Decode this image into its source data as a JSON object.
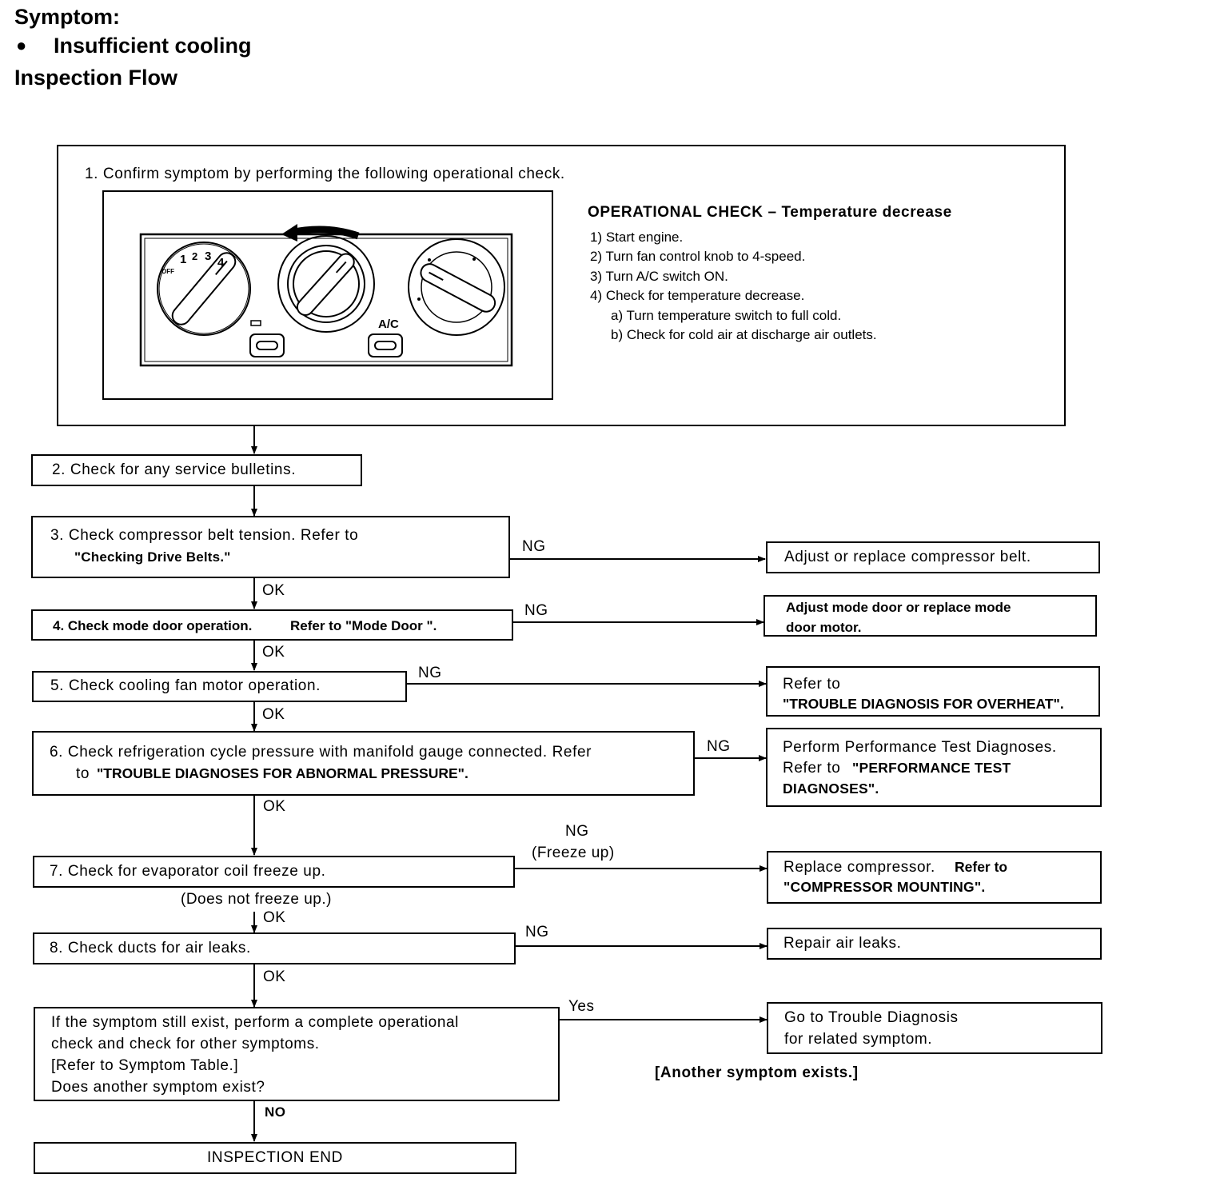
{
  "header": {
    "symptom_label": "Symptom:",
    "bullet": "●",
    "symptom": "Insufficient cooling",
    "flow_title": "Inspection Flow"
  },
  "step1": {
    "text": "1. Confirm symptom by performing the following operational check.",
    "panel": {
      "fan_speed_labels": [
        "OFF",
        "1",
        "2",
        "3",
        "4"
      ],
      "ac_label": "A/C",
      "rotation_arrow_icon": "counterclockwise-arrow-icon"
    },
    "operational_check": {
      "title": "OPERATIONAL CHECK – Temperature decrease",
      "items": [
        "1) Start engine.",
        "2) Turn fan control knob to 4-speed.",
        "3) Turn A/C switch ON.",
        "4) Check for temperature decrease.",
        "a) Turn temperature switch to full cold.",
        "b) Check for cold air at discharge air outlets."
      ]
    }
  },
  "steps": {
    "s2": "2. Check for any service bulletins.",
    "s3_line1": "3. Check compressor belt tension. Refer to",
    "s3_line2": "\"Checking Drive Belts.\"",
    "s4_a": "4. Check mode door operation.",
    "s4_b": "Refer to \"Mode Door \".",
    "s5": "5. Check cooling fan motor operation.",
    "s6_line1": "6. Check refrigeration cycle pressure with manifold gauge connected. Refer",
    "s6_line2_a": "to ",
    "s6_line2_b": "\"TROUBLE DIAGNOSES FOR ABNORMAL PRESSURE\".",
    "s7": "7. Check for evaporator coil freeze up.",
    "s8": "8. Check ducts for air leaks.",
    "s9_lines": [
      "If the symptom still exist, perform a complete operational",
      "check and check for other symptoms.",
      "[Refer to Symptom Table.]",
      "Does another symptom exist?"
    ],
    "end": "INSPECTION END"
  },
  "results": {
    "r3": "Adjust or replace compressor belt.",
    "r4_lines": [
      "Adjust mode door or replace mode",
      "door motor."
    ],
    "r5_line1": "Refer to",
    "r5_line2": "\"TROUBLE DIAGNOSIS FOR OVERHEAT\".",
    "r6_line1": "Perform Performance Test Diagnoses.",
    "r6_line2_a": "Refer to ",
    "r6_line2_b": "\"PERFORMANCE TEST",
    "r6_line3": "DIAGNOSES\".",
    "r7_line1_a": "Replace compressor. ",
    "r7_line1_b": "Refer to",
    "r7_line2": "\"COMPRESSOR MOUNTING\".",
    "r8": "Repair air leaks.",
    "r9_lines": [
      "Go to Trouble Diagnosis",
      "for related symptom."
    ],
    "another_symptom": "[Another symptom exists.]"
  },
  "labels": {
    "ng": "NG",
    "ok": "OK",
    "ng_freeze": "NG",
    "freeze_up": "(Freeze up)",
    "no_freeze": "(Does not freeze up.)",
    "yes": "Yes",
    "no": "NO"
  }
}
